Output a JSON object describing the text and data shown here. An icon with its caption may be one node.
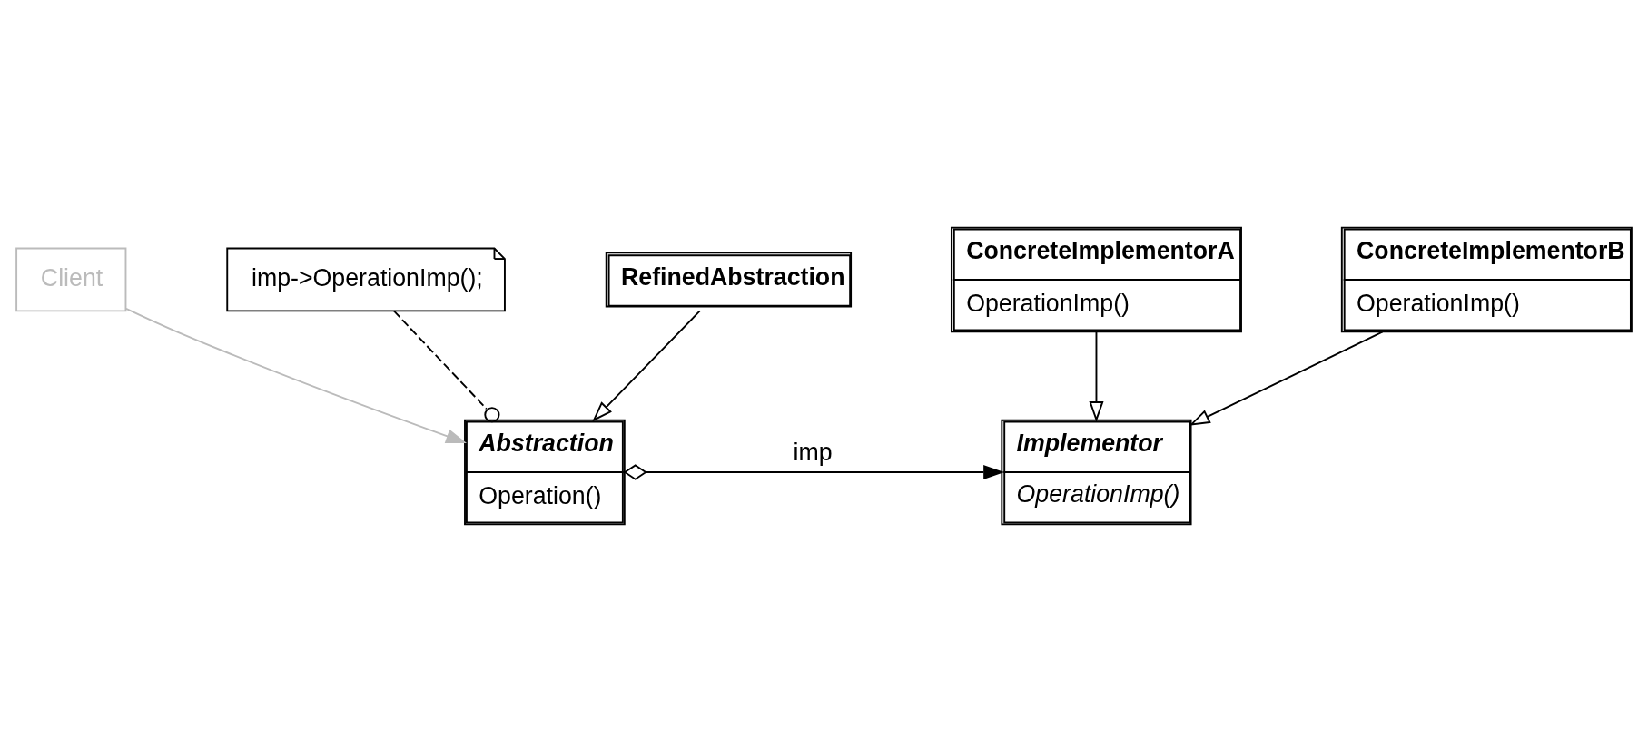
{
  "diagram": {
    "nodes": [
      {
        "text": [
          "Client"
        ]
      },
      {
        "text": [
          "Abstraction",
          "Operation()"
        ]
      },
      {
        "text": [
          "imp->OperationImp();"
        ]
      },
      {
        "text": [
          "Implementor",
          "OperationImp()"
        ]
      },
      {
        "text": [
          "RefinedAbstraction"
        ]
      },
      {
        "text": [
          "ConcreteImplementorA",
          "OperationImp()"
        ]
      },
      {
        "text": [
          "ConcreteImplementorB",
          "OperationImp()"
        ]
      }
    ],
    "edges": [
      {
        "from": 0,
        "to": 1,
        "arrow": "to",
        "color": "#bbbbbb"
      },
      {
        "from": 1,
        "to": 3,
        "arrow": "to",
        "label": "imp"
      },
      {
        "from": 2,
        "to": 1,
        "arrow": "other",
        "style": "dashed"
      },
      {
        "from": 4,
        "to": 1,
        "arrow": "to"
      },
      {
        "from": 5,
        "to": 3,
        "arrow": "to"
      },
      {
        "from": 6,
        "to": 3,
        "arrow": "to"
      }
    ]
  }
}
